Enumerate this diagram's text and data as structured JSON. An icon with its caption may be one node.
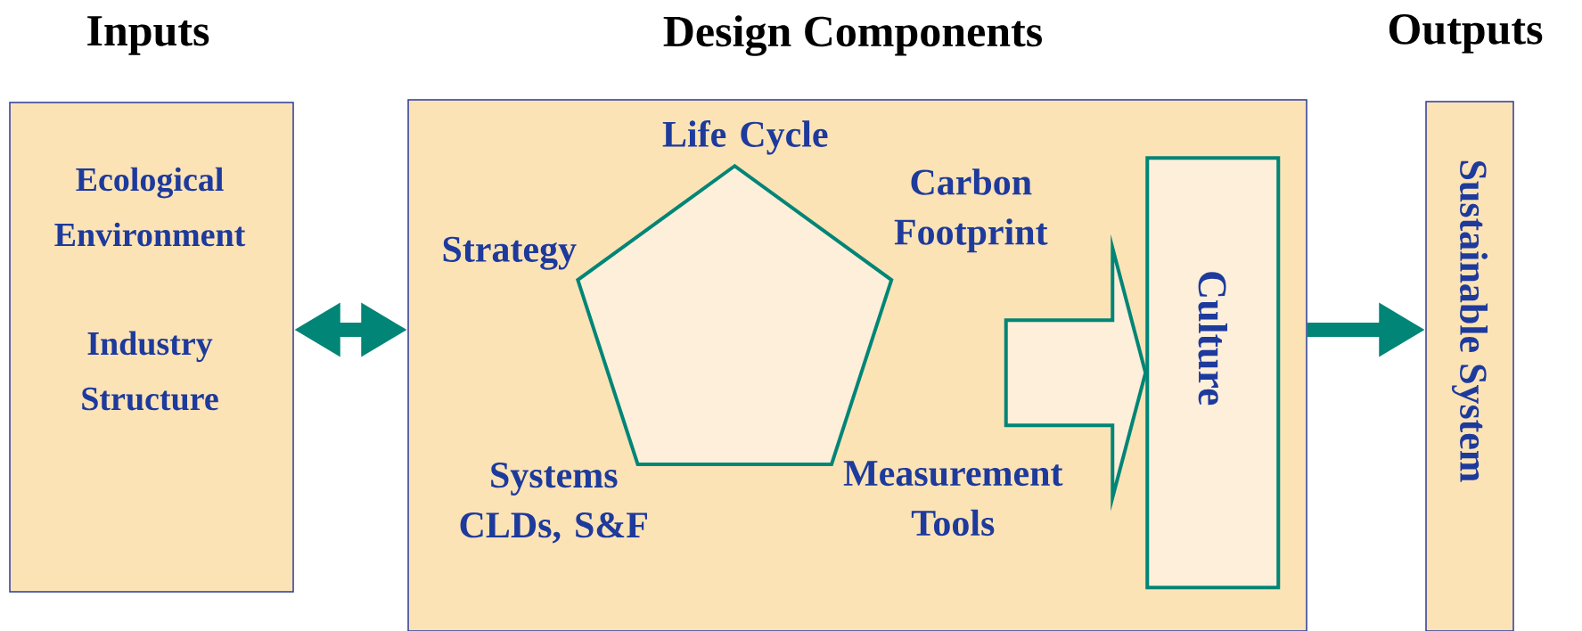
{
  "diagram": {
    "nodes": [
      {
        "text": [
          "Inputs",
          "Ecological Environment",
          "Industry Structure"
        ]
      },
      {
        "text": [
          "Design Components"
        ]
      },
      {
        "text": [],
        "shape": "pentagon",
        "in": 1,
        "beside": [
          "Life Cycle",
          "Carbon Footprint",
          "Strategy",
          "Systems CLDs, S&F",
          "Measurement Tools"
        ]
      },
      {
        "text": [
          "Culture"
        ],
        "in": 1
      },
      {
        "text": [
          "Outputs",
          "Sustainable System"
        ]
      }
    ],
    "edges": [
      {
        "from": 0,
        "to": 1,
        "arrow": "both"
      },
      {
        "from": 2,
        "to": 3,
        "arrow": "to",
        "style": "thick"
      },
      {
        "from": 1,
        "to": 4,
        "arrow": "to"
      }
    ]
  }
}
